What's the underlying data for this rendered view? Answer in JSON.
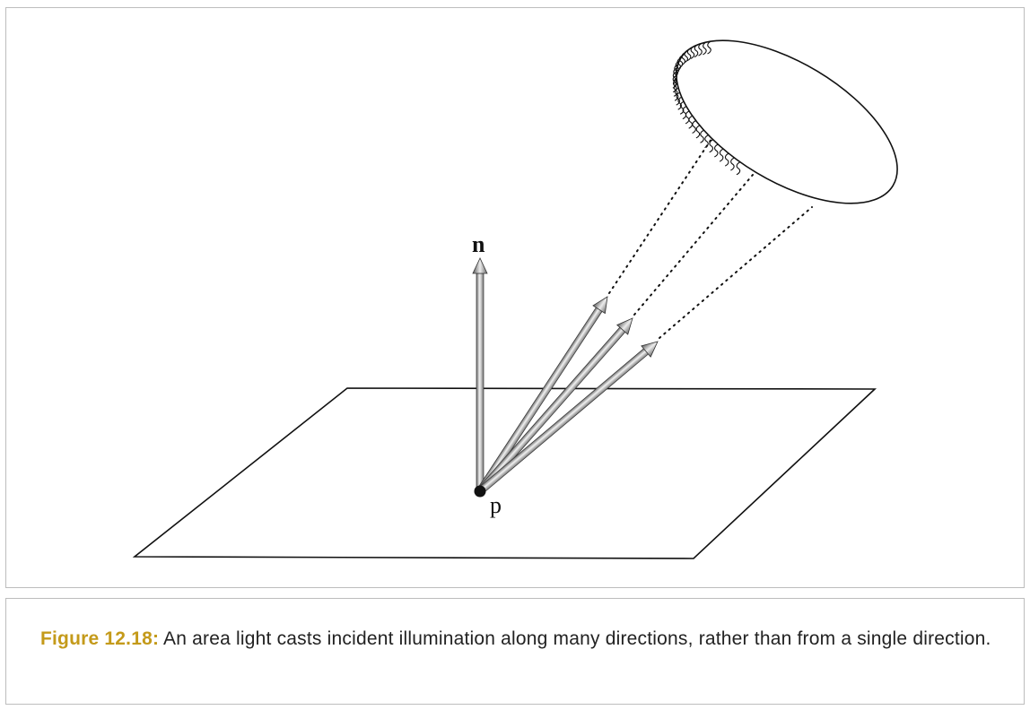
{
  "figure": {
    "normal_label": "n",
    "point_label": "p"
  },
  "caption": {
    "label": "Figure 12.18:",
    "text": "An area light casts incident illumination along many directions, rather than from a single direction."
  },
  "colors": {
    "caption_label": "#c49a1a",
    "border": "#bdbdbd"
  }
}
